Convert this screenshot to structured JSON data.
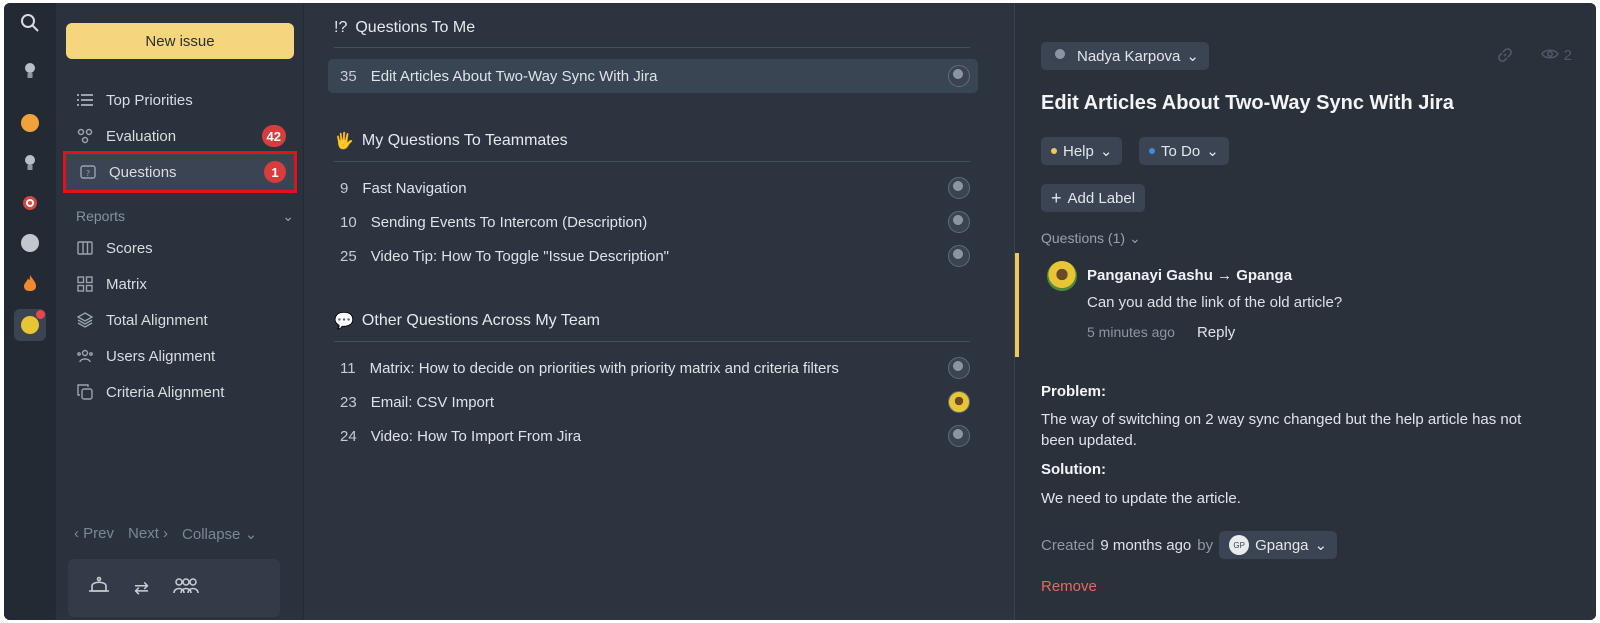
{
  "sidebar": {
    "new_issue": "New issue",
    "items": [
      {
        "label": "Top Priorities"
      },
      {
        "label": "Evaluation",
        "badge": "42"
      },
      {
        "label": "Questions",
        "badge": "1"
      },
      {
        "label": "Scores"
      },
      {
        "label": "Matrix"
      },
      {
        "label": "Total Alignment"
      },
      {
        "label": "Users Alignment"
      },
      {
        "label": "Criteria Alignment"
      }
    ],
    "reports_label": "Reports",
    "pager": {
      "prev": "Prev",
      "next": "Next",
      "collapse": "Collapse"
    }
  },
  "groups": [
    {
      "icon": "!?",
      "title": "Questions To Me",
      "rows": [
        {
          "num": "35",
          "title": "Edit Articles About Two-Way Sync With Jira"
        }
      ]
    },
    {
      "icon": "🖐",
      "title": "My Questions To Teammates",
      "rows": [
        {
          "num": "9",
          "title": "Fast Navigation"
        },
        {
          "num": "10",
          "title": "Sending Events To Intercom (Description)"
        },
        {
          "num": "25",
          "title": "Video Tip: How To Toggle \"Issue Description\""
        }
      ]
    },
    {
      "icon": "💬",
      "title": "Other Questions Across My Team",
      "rows": [
        {
          "num": "11",
          "title": "Matrix: How to decide on priorities with priority matrix and criteria filters"
        },
        {
          "num": "23",
          "title": "Email: CSV Import"
        },
        {
          "num": "24",
          "title": "Video: How To Import From Jira"
        }
      ]
    }
  ],
  "detail": {
    "assignee": "Nadya Karpova",
    "watchers": "2",
    "title": "Edit Articles About Two-Way Sync With Jira",
    "category": "Help",
    "status": "To Do",
    "add_label": "Add Label",
    "questions_header": "Questions (1)",
    "question": {
      "author": "Panganayi Gashu → Gpanga",
      "text": "Can you add the link of the old article?",
      "time": "5 minutes ago",
      "reply": "Reply"
    },
    "problem_label": "Problem:",
    "problem_text": "The way of switching on 2 way sync changed but the help article has not been updated.",
    "solution_label": "Solution:",
    "solution_text": "We need to update the article.",
    "created_prefix": "Created",
    "created_time": "9 months ago",
    "created_by": "by",
    "creator_initials": "GP",
    "creator": "Gpanga",
    "remove": "Remove"
  },
  "colors": {
    "accent": "#f6d67c",
    "badge": "#d93c3c",
    "highlight": "#e0121b",
    "help_dot": "#f0c75e",
    "todo_dot": "#3b8ee8"
  }
}
